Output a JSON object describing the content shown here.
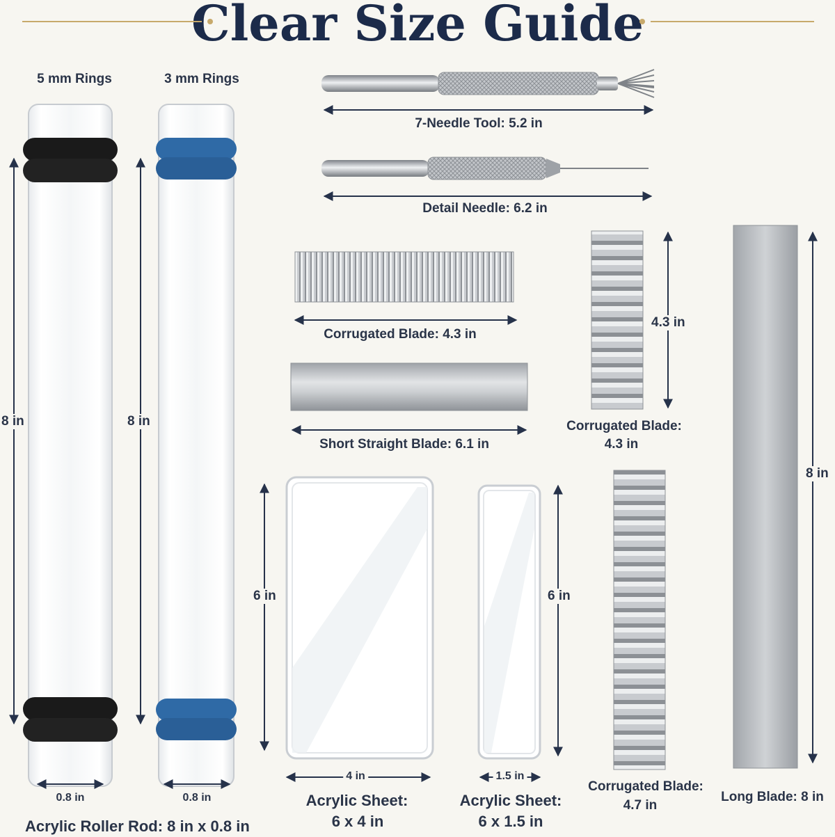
{
  "title": "Clear Size Guide",
  "colors": {
    "background": "#f7f6f1",
    "title": "#1c2b4a",
    "ring_black": "#1a1a1a",
    "ring_blue": "#2f6aa6",
    "steel": "#b9bcc0",
    "gold_accent": "#c7a96b"
  },
  "rollers": {
    "left": {
      "ring_label": "5 mm Rings",
      "length": "8 in",
      "width": "0.8 in"
    },
    "right": {
      "ring_label": "3 mm Rings",
      "length": "8 in",
      "width": "0.8 in"
    },
    "caption": "Acrylic Roller Rod: 8 in x 0.8 in"
  },
  "tools": {
    "needle7": "7-Needle Tool: 5.2 in",
    "detail": "Detail Needle: 6.2 in"
  },
  "blades": {
    "corrugated_h": "Corrugated Blade: 4.3 in",
    "short_straight": "Short Straight Blade: 6.1 in",
    "corrugated_v_dim": "4.3 in",
    "corrugated_v_line1": "Corrugated Blade:",
    "corrugated_v_line2": "4.3 in",
    "corrugated_long_line1": "Corrugated Blade:",
    "corrugated_long_line2": "4.7 in",
    "long_dim": "8 in",
    "long_caption": "Long Blade: 8 in"
  },
  "sheets": {
    "big": {
      "height": "6 in",
      "width": "4 in",
      "line1": "Acrylic Sheet:",
      "line2": "6 x 4 in"
    },
    "small": {
      "height": "6 in",
      "width": "1.5 in",
      "line1": "Acrylic Sheet:",
      "line2": "6 x 1.5 in"
    }
  }
}
